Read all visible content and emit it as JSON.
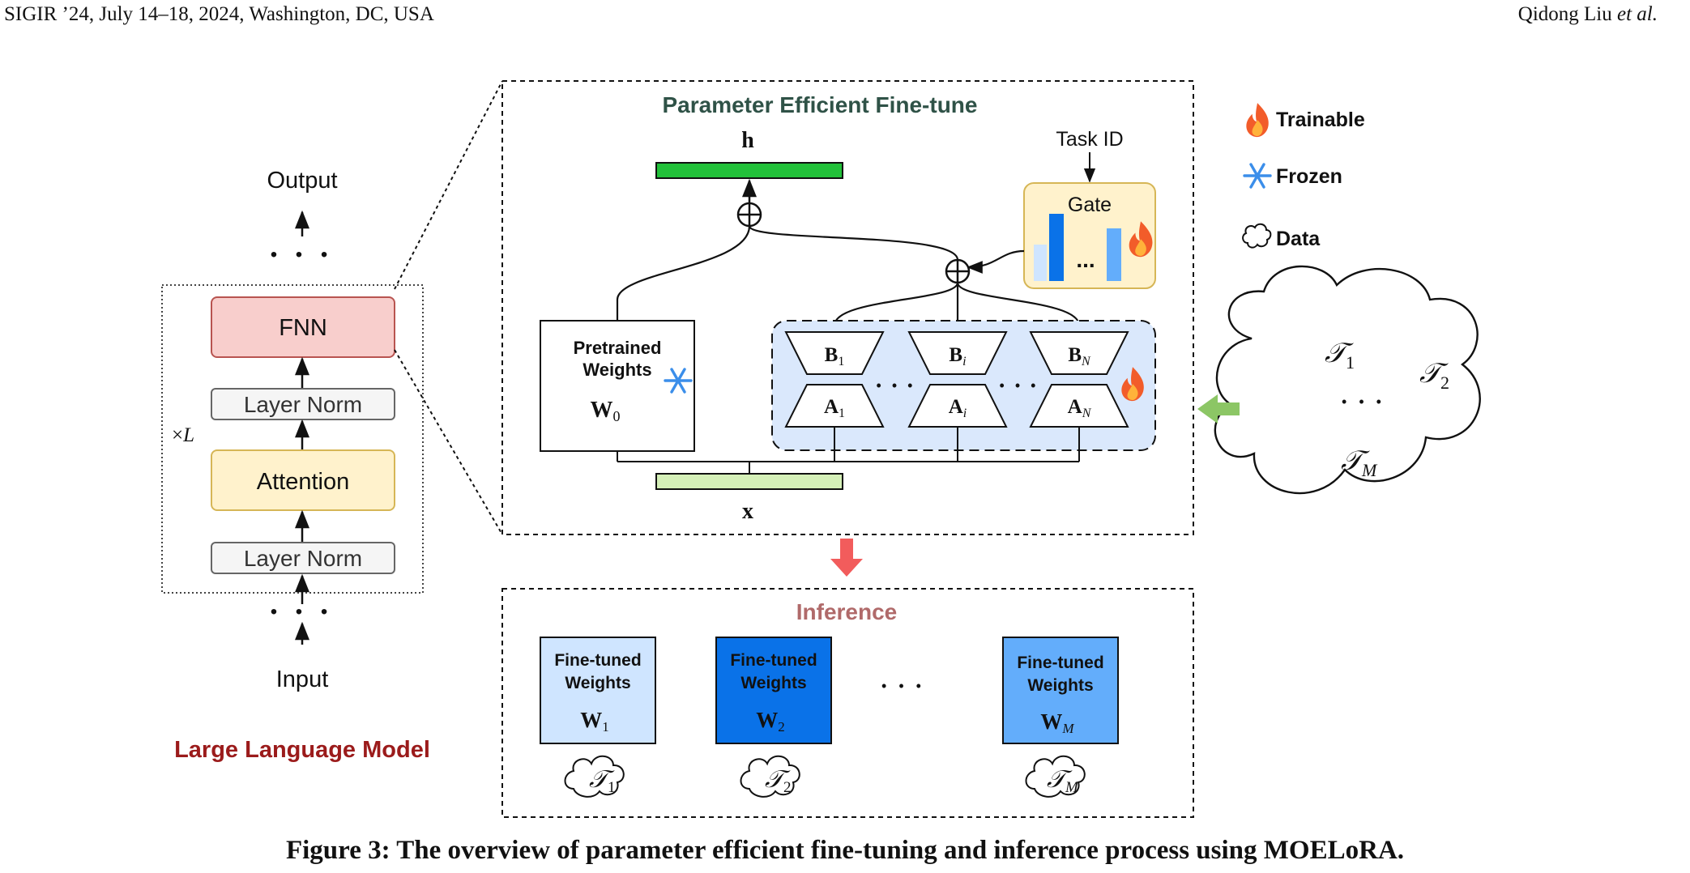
{
  "header": {
    "venue": "SIGIR ’24, July 14–18, 2024, Washington, DC, USA",
    "author_plain": "Qidong Liu ",
    "author_italic": "et al."
  },
  "llm": {
    "title": "Large Language Model",
    "title_color": "#9b1b1b",
    "output_label": "Output",
    "input_label": "Input",
    "fnn_label": "FNN",
    "layer_norm_top_label": "Layer Norm",
    "attention_label": "Attention",
    "layer_norm_bottom_label": "Layer Norm",
    "repeat_prefix": "×",
    "repeat_var": "L",
    "ellipsis": "• • •"
  },
  "peft": {
    "title": "Parameter Efficient Fine-tune",
    "title_color": "#2f5247",
    "h_label": "h",
    "x_label": "x",
    "task_id_label": "Task ID",
    "gate_label": "Gate",
    "gate_ellipsis": "...",
    "pretrained_line1": "Pretrained",
    "pretrained_line2": "Weights",
    "w0_main": "W",
    "w0_sub": "0",
    "experts": [
      {
        "b_main": "B",
        "b_sub": "1",
        "a_main": "A",
        "a_sub": "1"
      },
      {
        "b_main": "B",
        "b_sub": "i",
        "a_main": "A",
        "a_sub": "i"
      },
      {
        "b_main": "B",
        "b_sub": "N",
        "a_main": "A",
        "a_sub": "N"
      }
    ],
    "expert_ellipsis": "• • •"
  },
  "legend": {
    "trainable": "Trainable",
    "frozen": "Frozen",
    "data": "Data"
  },
  "data_cloud": {
    "t1_sub": "1",
    "t2_sub": "2",
    "tm_sub": "M",
    "task_symbol": "𝒯",
    "ellipsis": "• • •"
  },
  "inference": {
    "title": "Inference",
    "title_color": "#b06a6a",
    "ellipsis": "• • •",
    "models": [
      {
        "line1": "Fine-tuned",
        "line2": "Weights",
        "w_main": "W",
        "w_sub": "1",
        "task_sub": "1",
        "fill": "#cfe5ff"
      },
      {
        "line1": "Fine-tuned",
        "line2": "Weights",
        "w_main": "W",
        "w_sub": "2",
        "task_sub": "2",
        "fill": "#0a72e8"
      },
      {
        "line1": "Fine-tuned",
        "line2": "Weights",
        "w_main": "W",
        "w_sub": "M",
        "task_sub": "M",
        "fill": "#63adfb"
      }
    ]
  },
  "caption": "Figure 3: The overview of parameter efficient fine-tuning and inference process using MOELoRA."
}
